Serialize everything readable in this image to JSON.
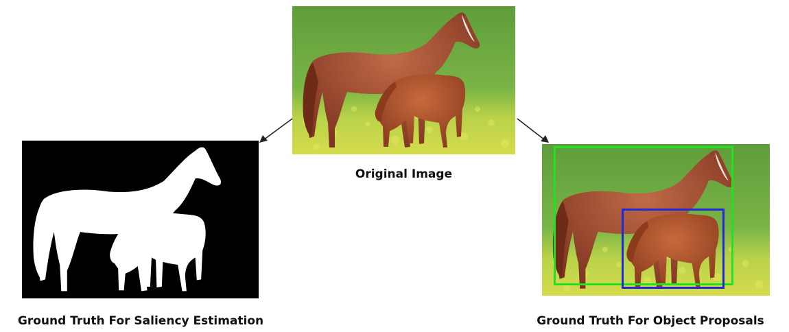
{
  "captions": {
    "original": "Original Image",
    "saliency": "Ground Truth For Saliency Estimation",
    "proposals": "Ground Truth For Object Proposals"
  },
  "colors": {
    "sky_grass": "#6fae43",
    "flowers": "#d9e04a",
    "horse": "#9b4a2c",
    "foal": "#a8522e",
    "mask_bg": "#000000",
    "mask_fg": "#ffffff",
    "box_outer": "#22e022",
    "box_inner": "#1e2ad8",
    "arrow": "#222222"
  },
  "icons": {
    "horse_photo": "horse-and-foal-photo",
    "saliency_mask": "binary-saliency-mask",
    "arrow": "arrow-icon"
  }
}
